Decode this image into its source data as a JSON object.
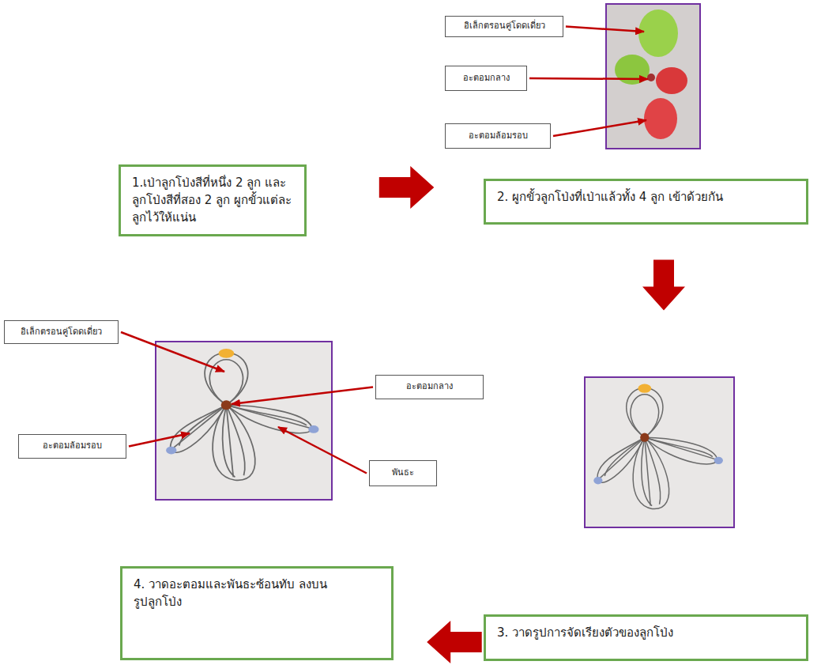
{
  "diagram": {
    "nodes": [
      {
        "text": [
          "1.เป่าลูกโป่งสีที่หนึ่ง 2 ลูก และลูกโป่งสีที่สอง 2 ลูก ผูกขั้วแต่ละลูกไว้ให้แน่น"
        ]
      },
      {
        "text": [
          "อิเล็กตรอนคู่โดดเดี่ยว"
        ]
      },
      {
        "text": [
          "อะตอมกลาง"
        ]
      },
      {
        "text": [
          "อะตอมล้อมรอบ"
        ]
      },
      {
        "text": [
          "2. ผูกขั้วลูกโป่งที่เป่าแล้วทั้ง 4 ลูก เข้าด้วยกัน"
        ]
      },
      {
        "text": [
          "อิเล็กตรอนคู่โดดเดี่ยว"
        ]
      },
      {
        "text": [
          "อะตอมกลาง"
        ]
      },
      {
        "text": [
          "อะตอมล้อมรอบ"
        ]
      },
      {
        "text": [
          "พันธะ"
        ]
      },
      {
        "text": [
          "4. วาดอะตอมและพันธะซ้อนทับ ลงบนรูปลูกโป่ง"
        ]
      },
      {
        "text": [
          "3. วาดรูปการจัดเรียงตัวของลูกโป่ง"
        ]
      }
    ],
    "edges": [
      {
        "from": 0,
        "to": 4,
        "arrow": "to"
      },
      {
        "from": 4,
        "to": 10,
        "arrow": "to"
      },
      {
        "from": 10,
        "to": 9,
        "arrow": "to"
      }
    ]
  }
}
